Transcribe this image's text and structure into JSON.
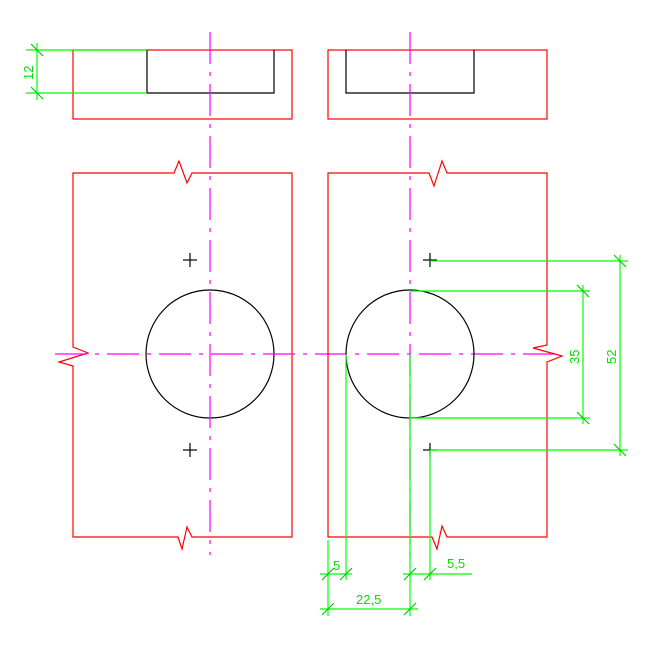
{
  "drawing": {
    "type": "technical-drawing",
    "description": "Hinge cup hole layout - two views (top section and front) for left and right door",
    "colors": {
      "outline": "#ff0000",
      "hidden": "#000000",
      "centerline": "#ff00ff",
      "dimension": "#00ff00"
    }
  },
  "dimensions": {
    "pocket_depth": "12",
    "hole_spacing_inner": "35",
    "hole_spacing_outer": "52",
    "edge_offset": "5",
    "center_offset": "22,5",
    "screw_offset": "5,5"
  }
}
